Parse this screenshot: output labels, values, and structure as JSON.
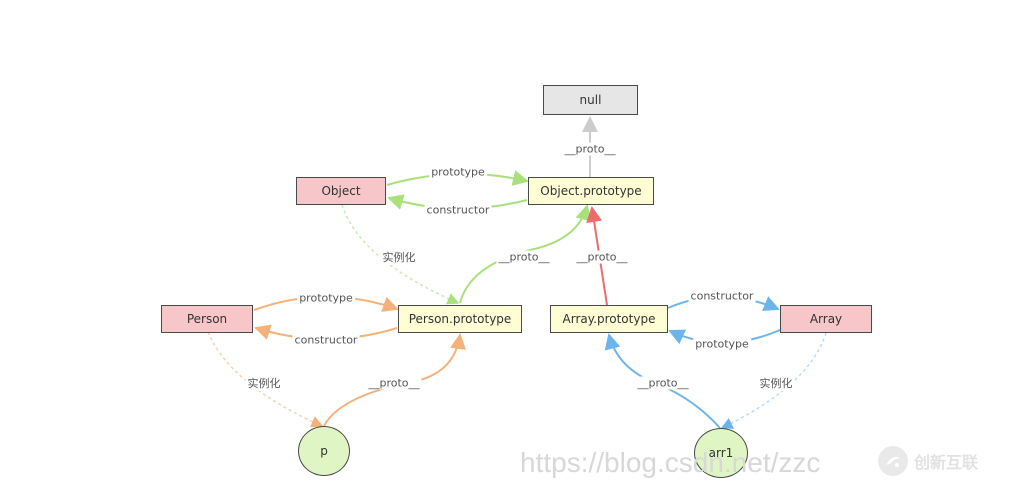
{
  "nodes": {
    "null": {
      "label": "null"
    },
    "object": {
      "label": "Object"
    },
    "object_prototype": {
      "label": "Object.prototype"
    },
    "person": {
      "label": "Person"
    },
    "person_prototype": {
      "label": "Person.prototype"
    },
    "array_prototype": {
      "label": "Array.prototype"
    },
    "array": {
      "label": "Array"
    },
    "p": {
      "label": "p"
    },
    "arr1": {
      "label": "arr1"
    }
  },
  "edges": {
    "objproto_null": "__proto__",
    "object_prototype": "prototype",
    "objproto_constructor": "constructor",
    "object_instantiate": "实例化",
    "personproto_proto": "__proto__",
    "arrayproto_proto": "__proto__",
    "person_prototype": "prototype",
    "personproto_constructor": "constructor",
    "arrayproto_constructor": "constructor",
    "array_prototype": "prototype",
    "person_instantiate": "实例化",
    "p_proto": "__proto__",
    "arr1_proto": "__proto__",
    "array_instantiate": "实例化"
  },
  "colors": {
    "green": "#a9e07b",
    "orange": "#f4b27a",
    "blue": "#6cb4ec",
    "red": "#ec6b6b",
    "gray": "#cccccc"
  },
  "watermark": "https://blog.csdn.net/zzc",
  "logo": {
    "icon": "chuangxin-logo-icon",
    "text": "创新互联"
  }
}
